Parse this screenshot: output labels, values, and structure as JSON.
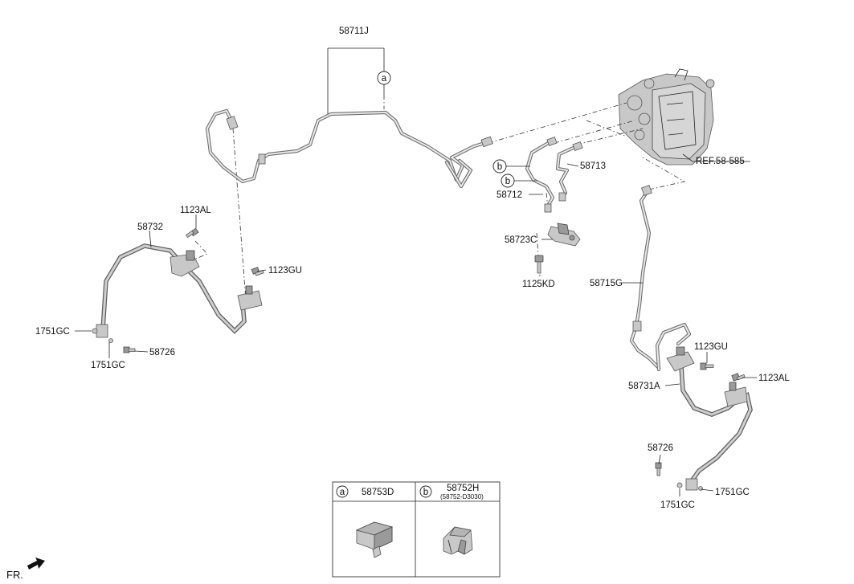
{
  "labels": {
    "p58711J": "58711J",
    "p58732": "58732",
    "p1123AL_left": "1123AL",
    "p1123GU_left": "1123GU",
    "p1751GC_left1": "1751GC",
    "p1751GC_left2": "1751GC",
    "p58726_left": "58726",
    "p58713": "58713",
    "p58712": "58712",
    "p58723C": "58723C",
    "p1125KD": "1125KD",
    "pREF": "REF.58-585",
    "p58715G": "58715G",
    "p1123GU_right": "1123GU",
    "p1123AL_right": "1123AL",
    "p58731A": "58731A",
    "p58726_right": "58726",
    "p1751GC_right1": "1751GC",
    "p1751GC_right2": "1751GC",
    "fr": "FR."
  },
  "markers": {
    "a": "a",
    "b1": "b",
    "b2": "b"
  },
  "legend": {
    "col_a_marker": "a",
    "col_a_part": "58753D",
    "col_b_marker": "b",
    "col_b_part": "58752H",
    "col_b_sub": "(58752-D3030)"
  }
}
